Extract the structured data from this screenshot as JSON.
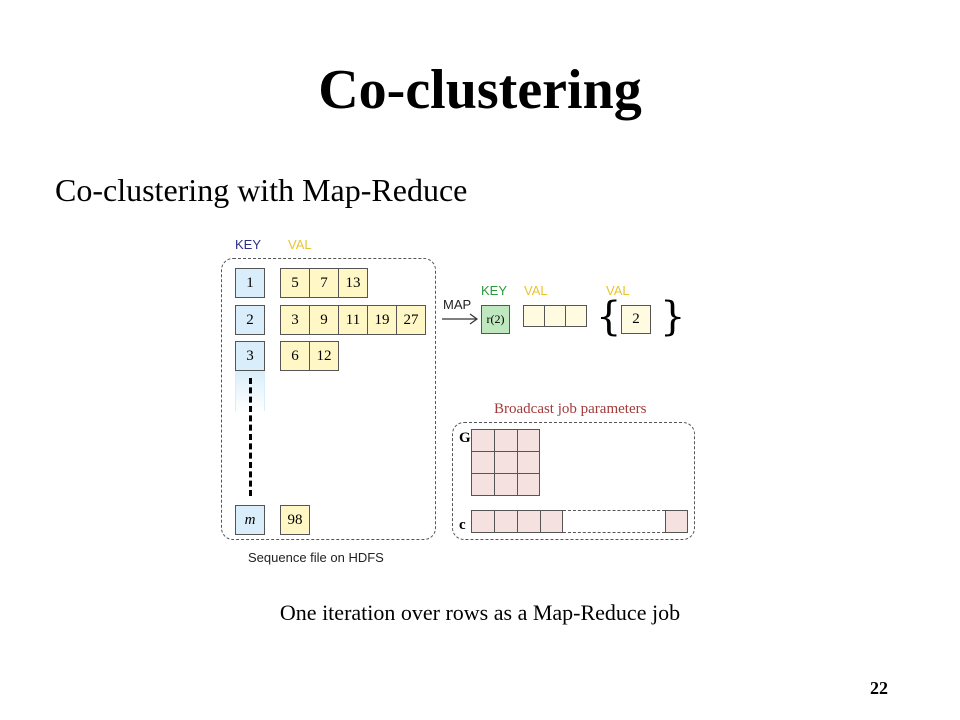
{
  "slide": {
    "title": "Co-clustering",
    "subtitle": "Co-clustering with Map-Reduce",
    "caption": "One iteration over rows as a Map-Reduce job",
    "page_number": "22"
  },
  "diagram": {
    "input": {
      "key_label": "KEY",
      "val_label": "VAL",
      "rows": [
        {
          "key": "1",
          "values": [
            "5",
            "7",
            "13"
          ]
        },
        {
          "key": "2",
          "values": [
            "3",
            "9",
            "11",
            "19",
            "27"
          ]
        },
        {
          "key": "3",
          "values": [
            "6",
            "12"
          ]
        },
        {
          "key": "m",
          "values": [
            "98"
          ]
        }
      ],
      "footer": "Sequence file on HDFS"
    },
    "map_label": "MAP",
    "output": {
      "key_label": "KEY",
      "val_label_1": "VAL",
      "val_label_2": "VAL",
      "key_value": "r(2)",
      "value_2": "2"
    },
    "broadcast": {
      "title": "Broadcast job parameters",
      "g_label": "G",
      "c_label": "c"
    },
    "colors": {
      "key_blue": "#2b2f8a",
      "val_yellow": "#e7c532",
      "key_green": "#2b9a3a",
      "key_fill": "#d9eefa",
      "val_fill": "#fff8c6",
      "r_fill": "#bfe8bf",
      "param_fill": "#f6e1e1",
      "broadcast_title": "#a33a3a"
    }
  }
}
